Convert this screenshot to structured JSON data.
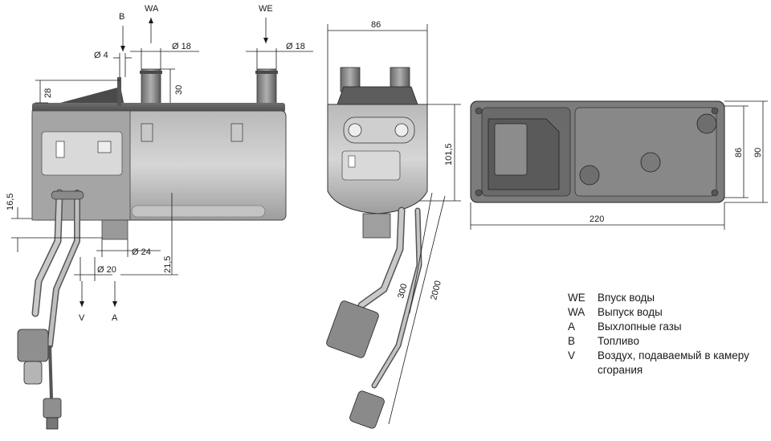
{
  "arrows": {
    "b": "B",
    "wa": "WA",
    "we": "WE",
    "v": "V",
    "a": "A"
  },
  "dimensions": {
    "d4": "Ø 4",
    "d18_wa": "Ø 18",
    "d18_we": "Ø 18",
    "h28": "28",
    "h30": "30",
    "h16_5": "16,5",
    "d24": "Ø 24",
    "h21_5": "21,5",
    "d20": "Ø 20",
    "w86": "86",
    "h101_5": "101,5",
    "l300": "300",
    "l2000": "2000",
    "w220": "220",
    "h86": "86",
    "h90": "90"
  },
  "legend": [
    {
      "key": "WE",
      "label": "Впуск воды"
    },
    {
      "key": "WA",
      "label": "Выпуск воды"
    },
    {
      "key": "A",
      "label": "Выхлопные газы"
    },
    {
      "key": "B",
      "label": "Топливо"
    },
    {
      "key": "V",
      "label": "Воздух, подаваемый в камеру сгорания"
    }
  ]
}
